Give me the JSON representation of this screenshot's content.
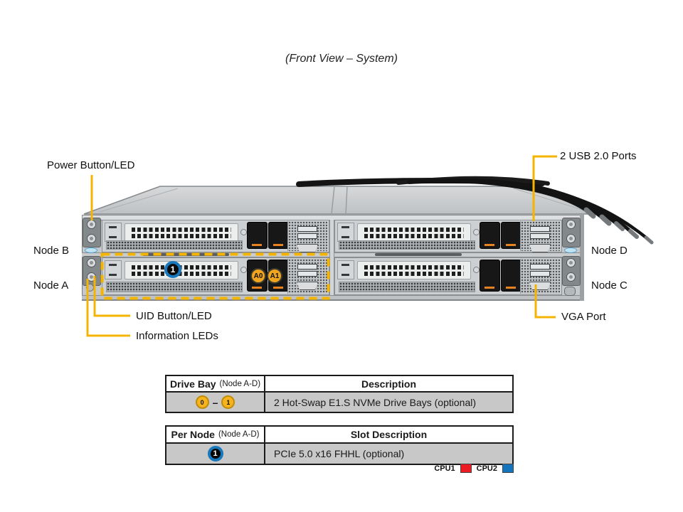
{
  "title": "(Front View – System)",
  "colors": {
    "callout_yellow": "#F5B400",
    "cpu1_red": "#EC1C24",
    "cpu2_blue": "#1474BE",
    "badge_gold": "#F0A51E",
    "badge_blue_ring": "#1778BC"
  },
  "callouts": {
    "power": "Power Button/LED",
    "usb": "2 USB 2.0 Ports",
    "uid": "UID Button/LED",
    "info": "Information LEDs",
    "vga": "VGA Port"
  },
  "node_labels": {
    "a": "Node A",
    "b": "Node B",
    "c": "Node C",
    "d": "Node D"
  },
  "chassis_badges": {
    "pcie_slot": "1",
    "bay0": "A0",
    "bay1": "A1"
  },
  "tables": {
    "drive_bay": {
      "col1_title": "Drive Bay",
      "col1_sub": "(Node A-D)",
      "col2_title": "Description",
      "badge_start": "0",
      "separator": "–",
      "badge_end": "1",
      "description": "2 Hot-Swap E1.S NVMe Drive Bays (optional)"
    },
    "per_node": {
      "col1_title": "Per Node",
      "col1_sub": "(Node A-D)",
      "col2_title": "Slot Description",
      "badge": "1",
      "description": "PCIe 5.0 x16 FHHL (optional)"
    }
  },
  "legend": {
    "cpu1": "CPU1",
    "cpu2": "CPU2"
  }
}
